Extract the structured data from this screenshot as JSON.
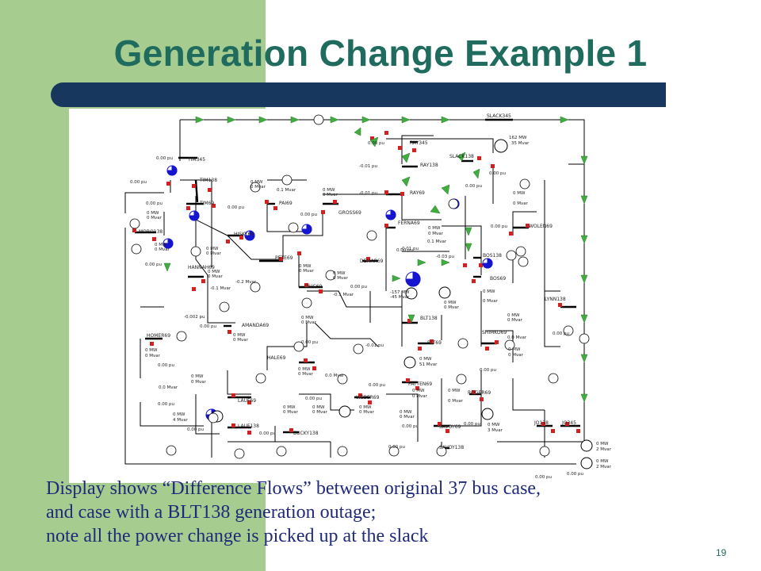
{
  "slide": {
    "title": "Generation Change Example 1",
    "caption_lines": [
      "Display shows “Difference Flows” between original 37 bus case,",
      "and case with a BLT138 generation outage;",
      "note all the power change is picked up at the slack"
    ],
    "page_number": "19"
  },
  "colors": {
    "title": "#1f6b5e",
    "left_bar": "#a6cd8f",
    "banner": "#17375e",
    "caption": "#1f2a7a",
    "flow_arrow": "#3fae3f",
    "bus_line": "#000000",
    "breaker": "#d42020",
    "load_pie": "#1515d0"
  },
  "diagram": {
    "buses": [
      {
        "label": "SLACK345"
      },
      {
        "label": "RAY345"
      },
      {
        "label": "RAY138"
      },
      {
        "label": "SLACK138"
      },
      {
        "label": "TIM345"
      },
      {
        "label": "TIM138"
      },
      {
        "label": "TIM69"
      },
      {
        "label": "PAI69"
      },
      {
        "label": "GROSS69"
      },
      {
        "label": "RAY69"
      },
      {
        "label": "FERNA69"
      },
      {
        "label": "MORO138"
      },
      {
        "label": "HISKY69"
      },
      {
        "label": "WOLEN69"
      },
      {
        "label": "PETE69"
      },
      {
        "label": "DEMAR69"
      },
      {
        "label": "BOS138"
      },
      {
        "label": "BOS69"
      },
      {
        "label": "HANNAH69"
      },
      {
        "label": "UIUC69"
      },
      {
        "label": "LYNN138"
      },
      {
        "label": "BLT138"
      },
      {
        "label": "BLT69"
      },
      {
        "label": "AMANDA69"
      },
      {
        "label": "HOMER69"
      },
      {
        "label": "SHIMKO69"
      },
      {
        "label": "HALE69"
      },
      {
        "label": "PATTEN69"
      },
      {
        "label": "WEBER69"
      },
      {
        "label": "ROGER69"
      },
      {
        "label": "LAUF69"
      },
      {
        "label": "LAUF138"
      },
      {
        "label": "BUCKY138"
      },
      {
        "label": "SAVOY69"
      },
      {
        "label": "SAVOY138"
      },
      {
        "label": "JO138"
      },
      {
        "label": "JO345"
      }
    ],
    "annotations": [
      {
        "text": "162 MW"
      },
      {
        "text": "35 Mvar"
      },
      {
        "text": "0.00 pu"
      },
      {
        "text": "-0.01 pu"
      },
      {
        "text": "0 MW"
      },
      {
        "text": "0 Mvar"
      },
      {
        "text": "0.1 Mvar"
      },
      {
        "text": "-0.2 Mvar"
      },
      {
        "text": "-0.1 Mvar"
      },
      {
        "text": "-157 MW"
      },
      {
        "text": "-45 Mvar"
      },
      {
        "text": "-0.03 pu"
      },
      {
        "text": "-0.002 pu"
      },
      {
        "text": "0.0 Mvar"
      },
      {
        "text": "51 Mvar"
      },
      {
        "text": "4 Mvar"
      },
      {
        "text": "3 Mvar"
      },
      {
        "text": "2 Mvar"
      }
    ]
  }
}
